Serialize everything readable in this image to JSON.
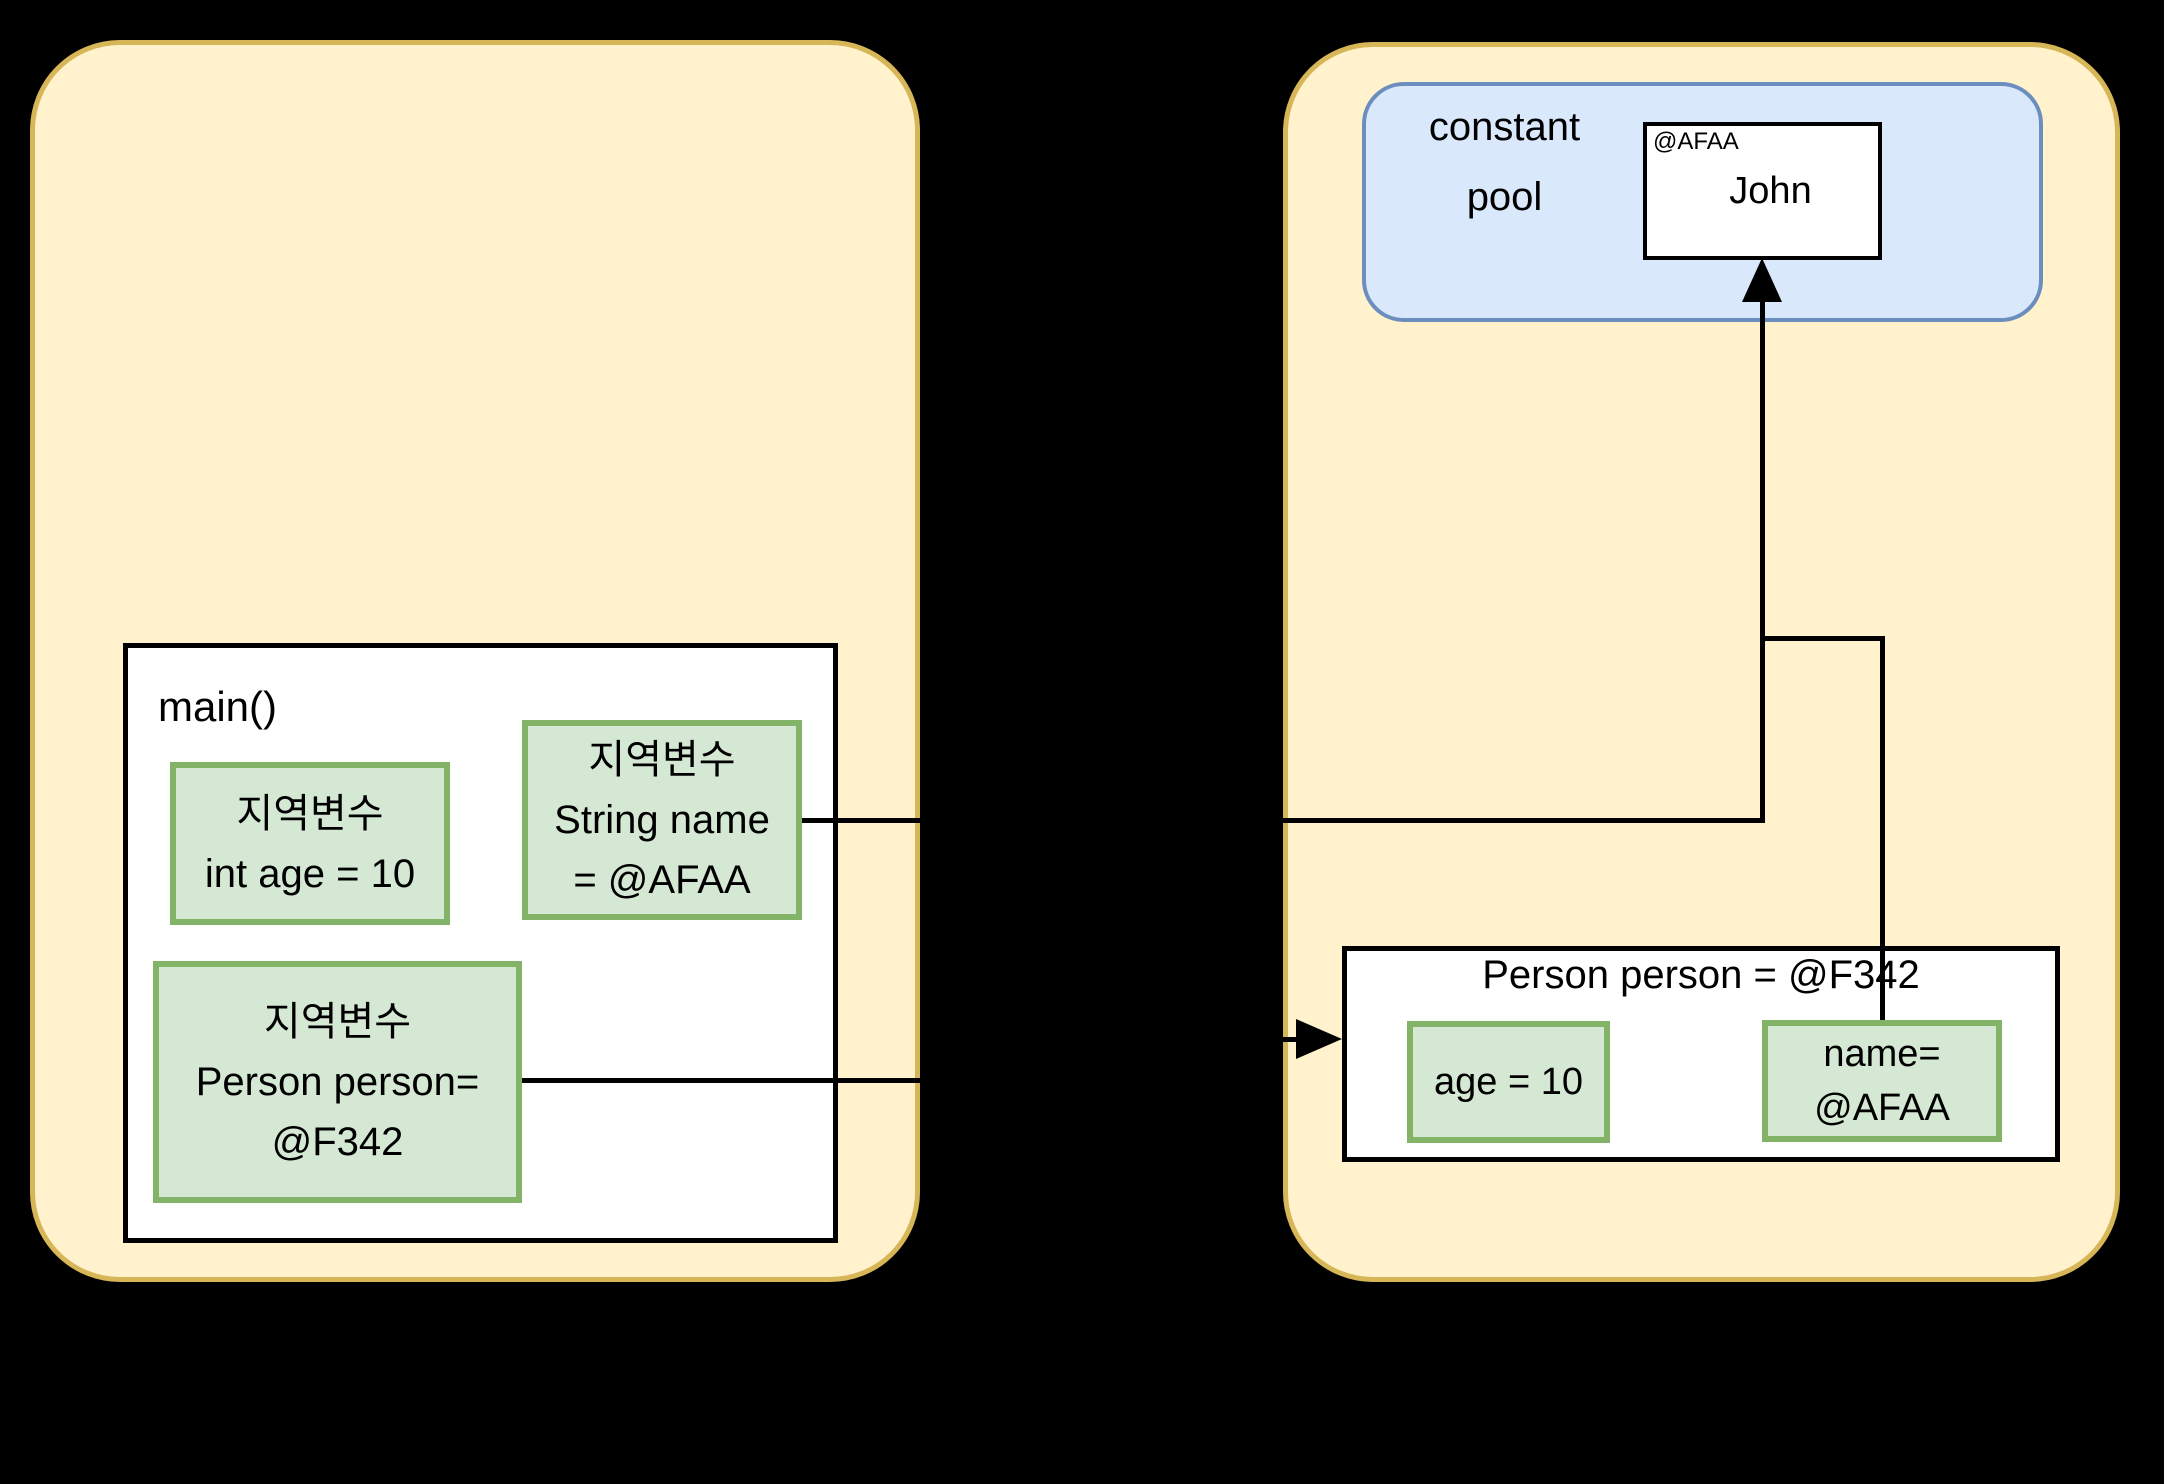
{
  "diagram": {
    "background": "#000000",
    "colors": {
      "region_fill": "#FFF2CC",
      "region_border": "#D6B656",
      "pool_fill": "#DAE8FC",
      "pool_border": "#6C8EBF",
      "var_fill": "#D5E8D4",
      "var_border": "#82B366",
      "object_fill": "#FFFFFF",
      "line_color": "#000000"
    },
    "stack": {
      "main_frame": {
        "title": "main()",
        "vars": {
          "age": {
            "lines": [
              "지역변수",
              "int age = 10"
            ]
          },
          "name": {
            "lines": [
              "지역변수",
              "String name",
              "= @AFAA"
            ]
          },
          "person": {
            "lines": [
              "지역변수",
              "Person person=",
              "@F342"
            ]
          }
        }
      }
    },
    "heap": {
      "constant_pool": {
        "label_lines": [
          "constant",
          "pool"
        ],
        "string_object": {
          "address": "@AFAA",
          "value": "John"
        }
      },
      "person_object": {
        "title": "Person person = @F342",
        "fields": {
          "age": {
            "lines": [
              "age = 10"
            ]
          },
          "name": {
            "lines": [
              "name=",
              "@AFAA"
            ]
          }
        }
      }
    }
  }
}
